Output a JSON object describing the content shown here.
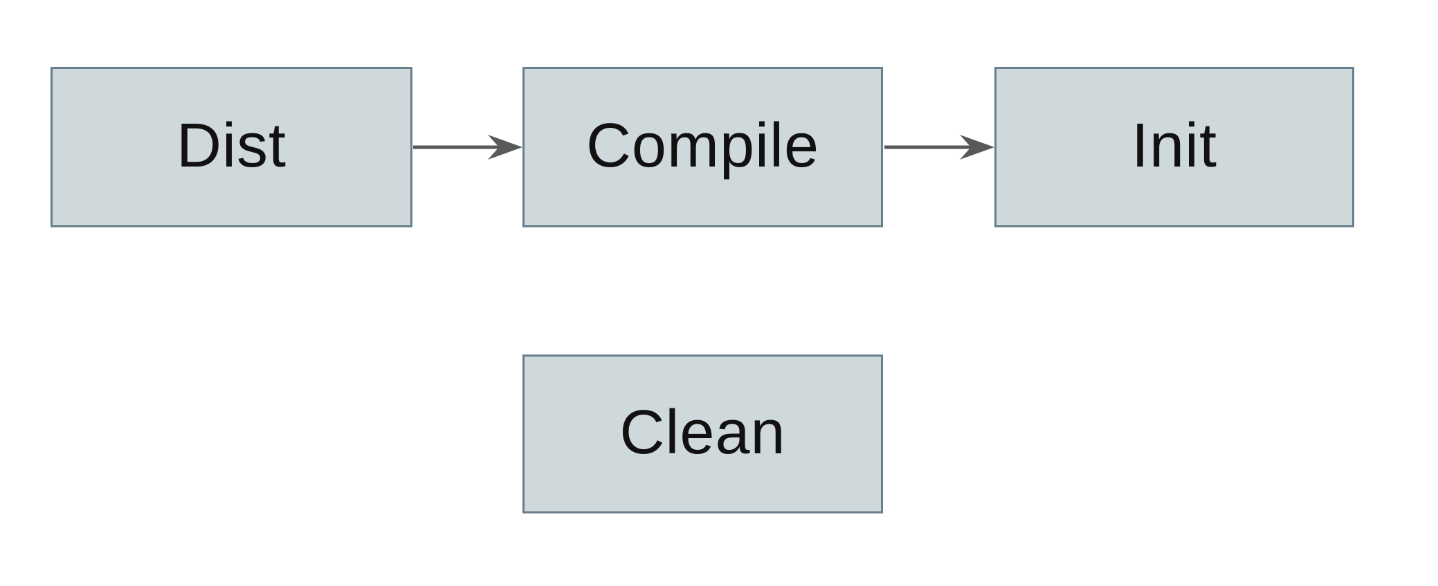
{
  "diagram": {
    "title": "",
    "nodes": [
      {
        "id": "dist",
        "label": "Dist"
      },
      {
        "id": "compile",
        "label": "Compile"
      },
      {
        "id": "init",
        "label": "Init"
      },
      {
        "id": "clean",
        "label": "Clean"
      }
    ],
    "edges": [
      {
        "from": "dist",
        "to": "compile",
        "style": "arrow-right"
      },
      {
        "from": "compile",
        "to": "init",
        "style": "arrow-right"
      }
    ],
    "colors": {
      "node_fill": "#cfd8da",
      "node_border": "#66808c",
      "arrow": "#58595b",
      "text": "#111111",
      "background": "#ffffff"
    }
  }
}
